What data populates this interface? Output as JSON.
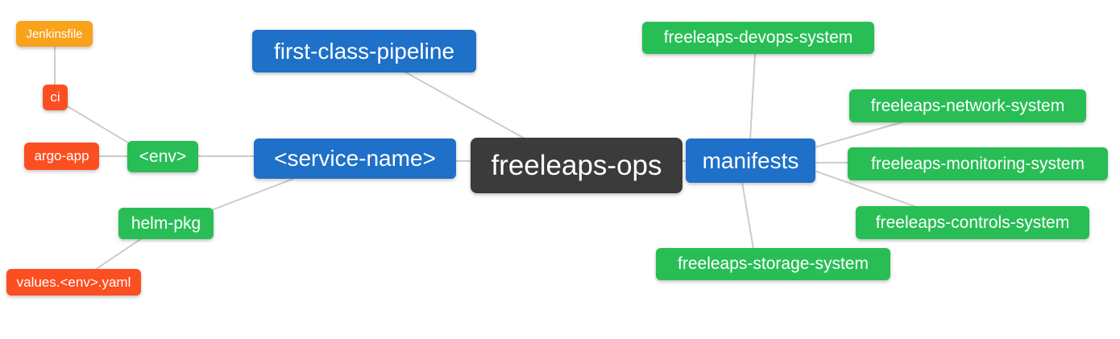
{
  "mindmap": {
    "title": "freeleaps-ops mindmap",
    "edge_color": "#cccccc",
    "level_colors": {
      "0": "#3B3B3B",
      "1": "#1E70C8",
      "2": "#28BE55",
      "3": "#FB4F21",
      "4": "#F9A21C"
    },
    "nodes": {
      "freeleaps_ops": {
        "label": "freeleaps-ops",
        "level": 0
      },
      "first_class_pipeline": {
        "label": "first-class-pipeline",
        "level": 1
      },
      "service_name": {
        "label": "<service-name>",
        "level": 1
      },
      "manifests": {
        "label": "manifests",
        "level": 1
      },
      "env": {
        "label": "<env>",
        "level": 2
      },
      "helm_pkg": {
        "label": "helm-pkg",
        "level": 2
      },
      "ci": {
        "label": "ci",
        "level": 3
      },
      "argo_app": {
        "label": "argo-app",
        "level": 3
      },
      "jenkinsfile": {
        "label": "Jenkinsfile",
        "level": 4
      },
      "values_env_yaml": {
        "label": "values.<env>.yaml",
        "level": 3
      },
      "devops_system": {
        "label": "freeleaps-devops-system",
        "level": 2
      },
      "network_system": {
        "label": "freeleaps-network-system",
        "level": 2
      },
      "monitoring_system": {
        "label": "freeleaps-monitoring-system",
        "level": 2
      },
      "controls_system": {
        "label": "freeleaps-controls-system",
        "level": 2
      },
      "storage_system": {
        "label": "freeleaps-storage-system",
        "level": 2
      }
    },
    "connections": [
      [
        "freeleaps_ops",
        "first_class_pipeline"
      ],
      [
        "freeleaps_ops",
        "service_name"
      ],
      [
        "freeleaps_ops",
        "manifests"
      ],
      [
        "service_name",
        "env"
      ],
      [
        "service_name",
        "helm_pkg"
      ],
      [
        "env",
        "ci"
      ],
      [
        "env",
        "argo_app"
      ],
      [
        "ci",
        "jenkinsfile"
      ],
      [
        "helm_pkg",
        "values_env_yaml"
      ],
      [
        "manifests",
        "devops_system"
      ],
      [
        "manifests",
        "network_system"
      ],
      [
        "manifests",
        "monitoring_system"
      ],
      [
        "manifests",
        "controls_system"
      ],
      [
        "manifests",
        "storage_system"
      ]
    ]
  }
}
